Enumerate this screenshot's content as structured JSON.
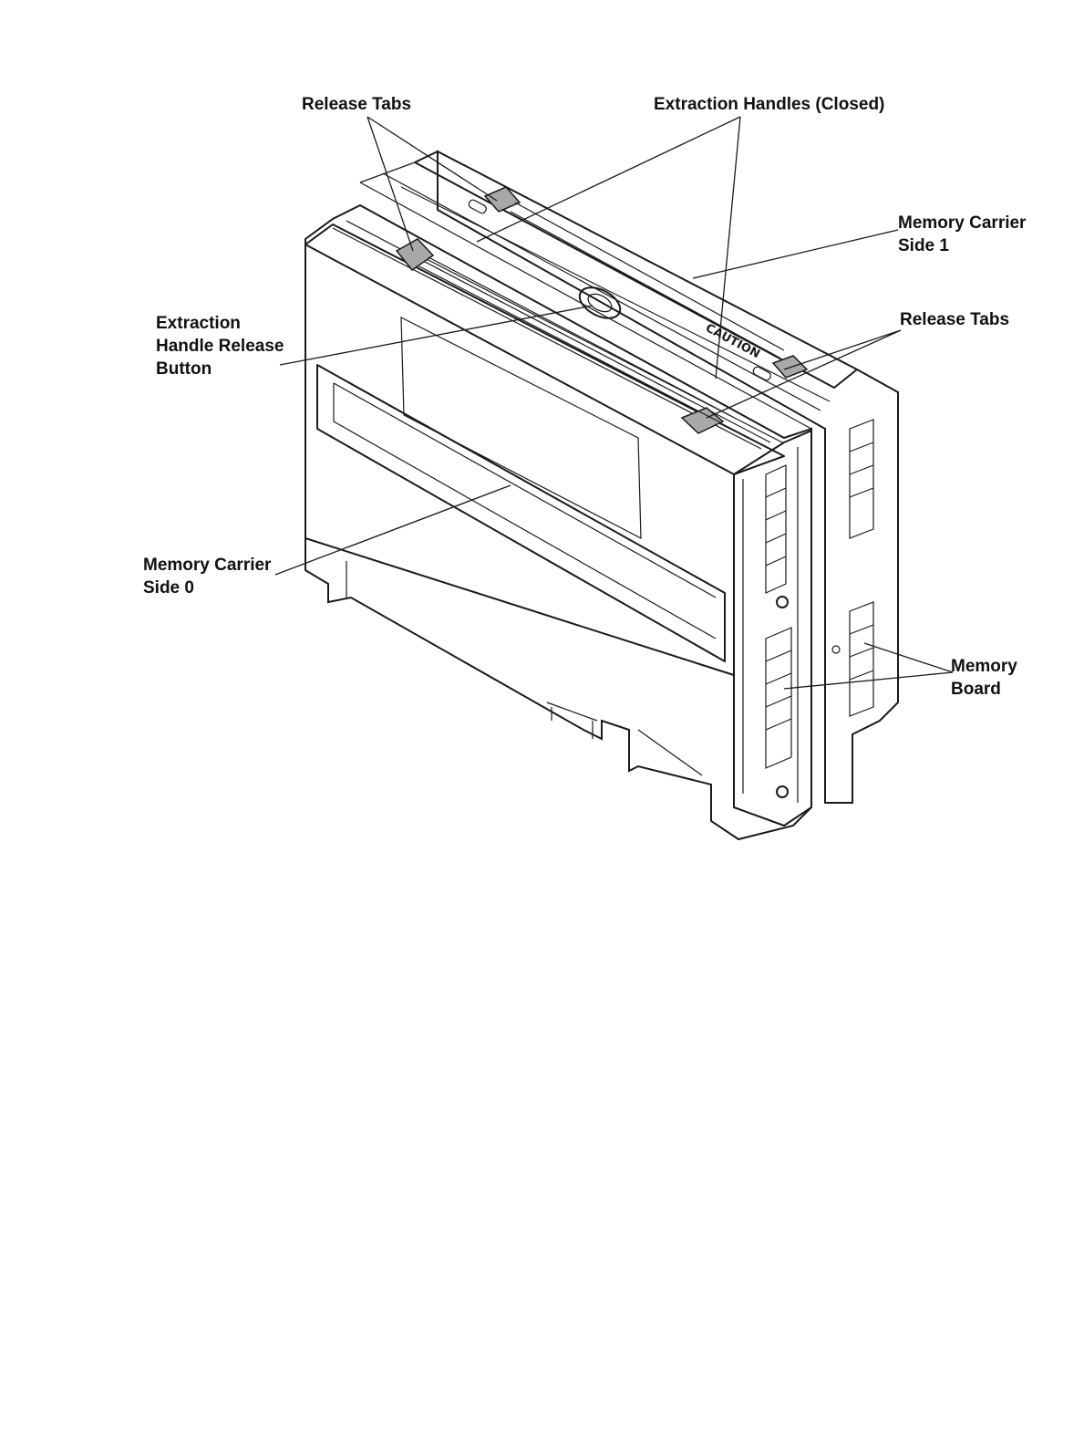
{
  "callouts": {
    "release_tabs_left": "Release Tabs",
    "extraction_handles": "Extraction Handles (Closed)",
    "memory_carrier_side1": [
      "Memory Carrier",
      "Side 1"
    ],
    "release_tabs_right": "Release Tabs",
    "handle_release_button": [
      "Extraction",
      "Handle Release",
      "Button"
    ],
    "memory_carrier_side0": [
      "Memory Carrier",
      "Side 0"
    ],
    "memory_board": [
      "Memory",
      "Board"
    ]
  },
  "device_markings": {
    "caution": "CAUTION"
  },
  "colors": {
    "line": "#1a1a1a",
    "tab_fill": "#a8a8a8",
    "background": "#ffffff"
  }
}
